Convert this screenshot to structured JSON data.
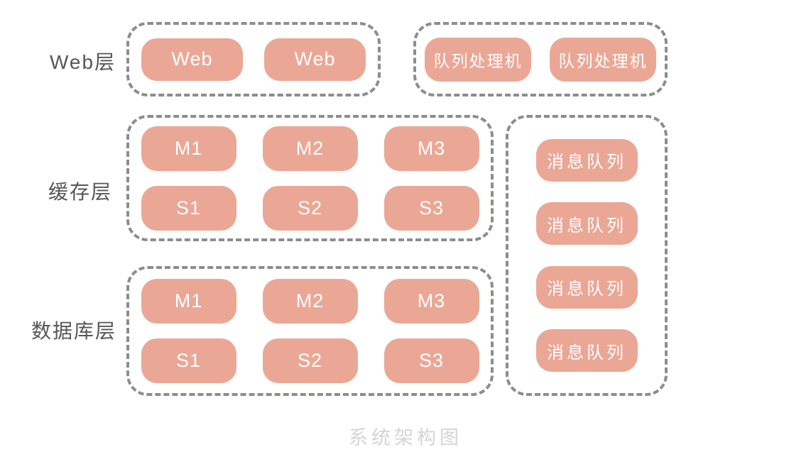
{
  "diagram": {
    "caption": "系统架构图",
    "labels": {
      "web_layer": "Web层",
      "cache_layer": "缓存层",
      "database_layer": "数据库层"
    },
    "groups": {
      "web": {
        "boxes": [
          "Web",
          "Web"
        ]
      },
      "queue_processors": {
        "boxes": [
          "队列处理机",
          "队列处理机"
        ]
      },
      "cache": {
        "rows": [
          [
            "M1",
            "M2",
            "M3"
          ],
          [
            "S1",
            "S2",
            "S3"
          ]
        ]
      },
      "database": {
        "rows": [
          [
            "M1",
            "M2",
            "M3"
          ],
          [
            "S1",
            "S2",
            "S3"
          ]
        ]
      },
      "message_queues": {
        "boxes": [
          "消息队列",
          "消息队列",
          "消息队列",
          "消息队列"
        ]
      }
    },
    "colors": {
      "node_fill": "#EBA795",
      "node_text": "#FFFFFF",
      "dashed_border": "#8D8D8D",
      "layer_label_text": "#565656",
      "caption_text": "#D5D5D5"
    }
  }
}
